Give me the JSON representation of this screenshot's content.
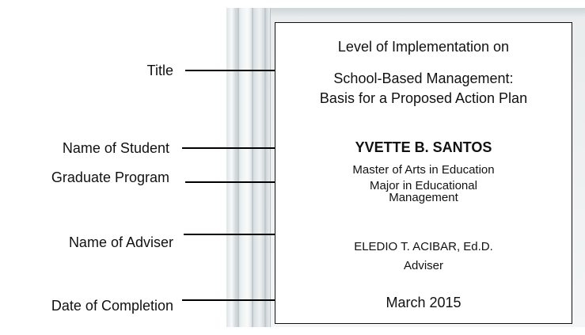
{
  "labels": {
    "title": "Title",
    "student": "Name of Student",
    "program": "Graduate Program",
    "adviser": "Name of Adviser",
    "date": "Date of Completion"
  },
  "cover": {
    "title_line1": "Level of Implementation on",
    "title_line2": "School-Based Management:",
    "title_line3": "Basis for a Proposed Action Plan",
    "student_name": "YVETTE B. SANTOS",
    "program_line1": "Master of Arts in Education",
    "program_line2": "Major in Educational",
    "program_line3": "Management",
    "adviser_name": "ELEDIO T. ACIBAR, Ed.D.",
    "adviser_role": "Adviser",
    "date": "March 2015"
  }
}
